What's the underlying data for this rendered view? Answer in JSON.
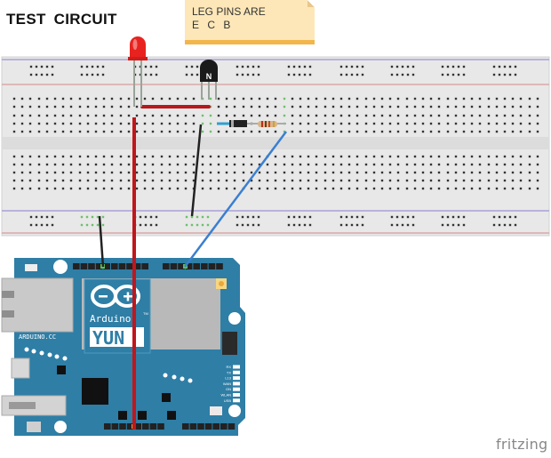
{
  "title": "TEST  CIRCUIT",
  "note": {
    "line1": "LEG PINS ARE",
    "line2": "E C B"
  },
  "transistor": {
    "label": "N"
  },
  "arduino": {
    "brand": "Arduino",
    "tm": "TM",
    "model": "YUN",
    "website": "ARDUINO.CC",
    "leds": [
      "RX",
      "TX",
      "L13",
      "WAN",
      "ON",
      "WLAN",
      "USB"
    ]
  },
  "watermark": "fritzing",
  "colors": {
    "wire_red": "#c0161c",
    "wire_black": "#222222",
    "wire_blue": "#3a7fd1",
    "board_blue": "#2e7ea6",
    "breadboard": "#e7e7e7",
    "rail_blue": "#a39ad6",
    "rail_red": "#dba6a6",
    "led_red": "#e8231f",
    "note_bg": "#fde7b8"
  }
}
